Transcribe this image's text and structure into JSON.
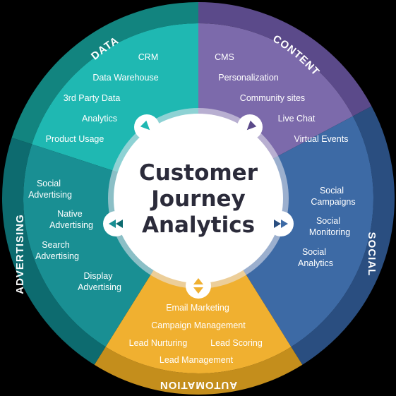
{
  "center": {
    "title_lines": [
      "Customer",
      "Journey",
      "Analytics"
    ]
  },
  "colors": {
    "data": "#1fb8b2",
    "data_ring": "#12847f",
    "content": "#7c6aab",
    "content_ring": "#5b4a8a",
    "social": "#3d6aa5",
    "social_ring": "#2a4e80",
    "automation": "#f0b030",
    "automation_ring": "#c48e1c",
    "advertising": "#198f93",
    "advertising_ring": "#0d6b6f",
    "outer_ring": "#1a5d72",
    "hub": "#ffffff",
    "hub_halo": "#e9e7f0"
  },
  "segments": {
    "data": {
      "label": "DATA",
      "items": [
        "CRM",
        "Data Warehouse",
        "3rd Party Data",
        "Analytics",
        "Product Usage"
      ]
    },
    "content": {
      "label": "CONTENT",
      "items": [
        "CMS",
        "Personalization",
        "Community sites",
        "Live Chat",
        "Virtual Events"
      ]
    },
    "social": {
      "label": "SOCIAL",
      "items": [
        [
          "Social",
          "Campaigns"
        ],
        [
          "Social",
          "Monitoring"
        ],
        [
          "Social",
          "Analytics"
        ]
      ]
    },
    "automation": {
      "label": "AUTOMATION",
      "items": [
        "Email Marketing",
        "Campaign Management",
        "Lead Nurturing",
        "Lead Scoring",
        "Lead Management"
      ]
    },
    "advertising": {
      "label": "ADVERTISING",
      "items": [
        [
          "Social",
          "Advertising"
        ],
        [
          "Native",
          "Advertising"
        ],
        [
          "Search",
          "Advertising"
        ],
        [
          "Display",
          "Advertising"
        ]
      ]
    }
  },
  "connectors": [
    "arrow-icon",
    "arrow-icon",
    "arrow-icon",
    "arrow-icon",
    "arrow-icon"
  ]
}
